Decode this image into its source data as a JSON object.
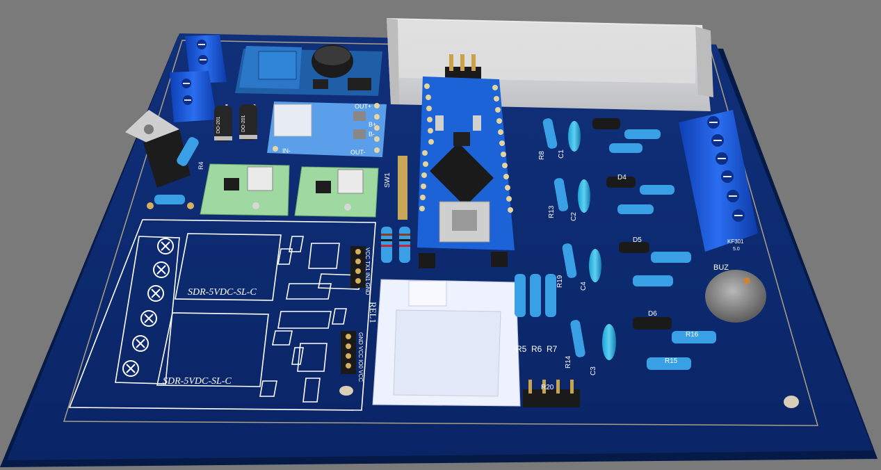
{
  "image": {
    "description_name": "pcb-3d-render",
    "colors": {
      "background": "#7a7a7a",
      "board": "#0b2a6e",
      "board_edge": "#061a48",
      "silkscreen": "#ffffff",
      "terminal_blue": "#1753d6",
      "nano_blue": "#1d63d8",
      "relay_module_green": "#9fd8a0",
      "wifi_module": "#eef2ff"
    }
  },
  "labels": {
    "relay1": "SDR-5VDC-SL-C",
    "relay2": "SDR-5VDC-SL-C",
    "rel1": "REL1",
    "sw1": "SW1",
    "r4": "R4",
    "r8": "R8",
    "c1": "C1",
    "r13": "R13",
    "c2": "C2",
    "r19": "R19",
    "c4": "C4",
    "r14": "R14",
    "c3": "C3",
    "r5": "R5",
    "r6": "R6",
    "r7": "R7",
    "r20": "R20",
    "d4": "D4",
    "d5": "D5",
    "d6": "D6",
    "r16": "R16",
    "r15": "R15",
    "buzzer": "BUZ",
    "out_plus": "OUT+",
    "out_minus": "OUT-",
    "in_minus": "IN-",
    "b_plus": "B+",
    "b_minus": "B-",
    "diode1": "DO-201",
    "diode2": "DO-201",
    "terminal_block": "KF301",
    "terminal_pitch": "5.0",
    "pins1": "VCC TX1 IN1 GND",
    "pins2": "GND VCC IO0 VCC"
  }
}
